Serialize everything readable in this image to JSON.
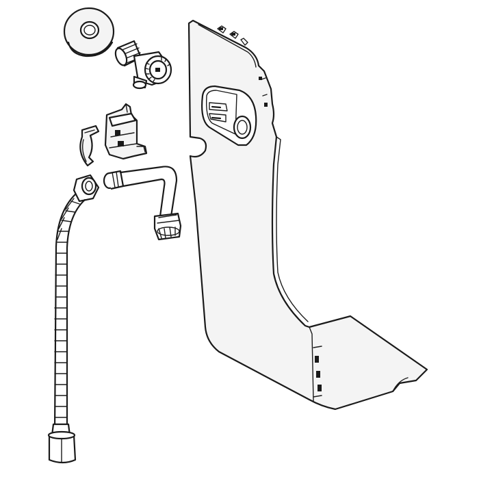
{
  "diagram": {
    "type": "exploded-parts-drawing",
    "parts": [
      "rosette",
      "angle-valve",
      "clip-bracket",
      "solenoid-valve-holder",
      "braided-flex-hose",
      "bent-connection-pipe",
      "cover-panel-with-control-buttons"
    ]
  },
  "style": {
    "line_color": "#1a1a1a",
    "background": "#ffffff",
    "part_fill": "#f4f4f4"
  }
}
